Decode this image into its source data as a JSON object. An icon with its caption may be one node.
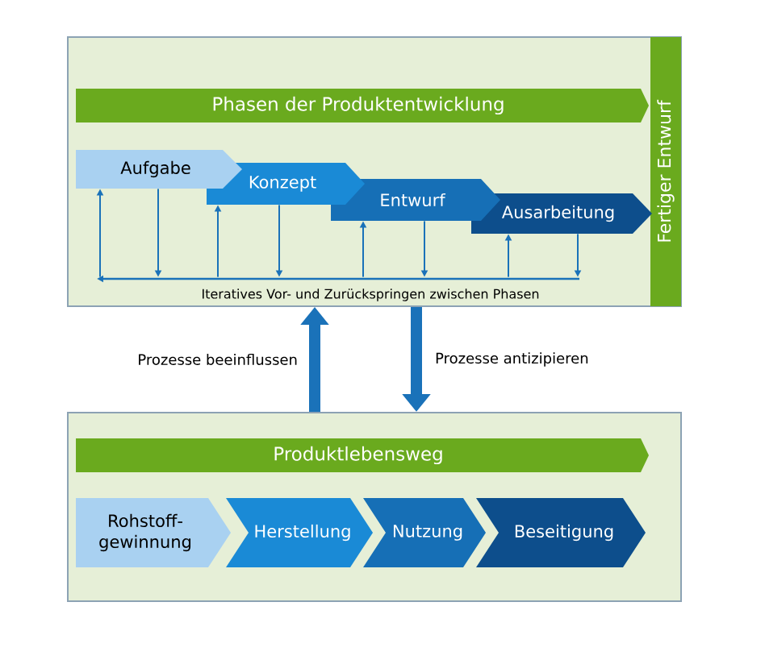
{
  "diagram": {
    "nodes": [
      {
        "text": [],
        "shape": "box"
      },
      {
        "text": [
          "Phasen der Produktentwicklung"
        ],
        "in": 0
      },
      {
        "text": [
          "Aufgabe"
        ],
        "in": 0
      },
      {
        "text": [
          "Konzept"
        ],
        "in": 0
      },
      {
        "text": [
          "Entwurf"
        ],
        "in": 0
      },
      {
        "text": [
          "Ausarbeitung"
        ],
        "in": 0
      },
      {
        "text": [
          "Fertiger Entwurf"
        ],
        "in": 0
      },
      {
        "text": [],
        "shape": "box"
      },
      {
        "text": [
          "Produktlebensweg"
        ],
        "in": 7
      },
      {
        "text": [
          "Rohstoff- gewinnung"
        ],
        "in": 7
      },
      {
        "text": [
          "Herstellung"
        ],
        "in": 7
      },
      {
        "text": [
          "Nutzung"
        ],
        "in": 7
      },
      {
        "text": [
          "Beseitigung"
        ],
        "in": 7
      },
      {
        "text": [],
        "shape": "bar",
        "in": 0
      }
    ],
    "edges": [
      {
        "from": 7,
        "to": 0,
        "arrow": "to",
        "label": "Prozesse beeinflussen",
        "style": "thick"
      },
      {
        "from": 0,
        "to": 7,
        "arrow": "to",
        "label": "Prozesse antizipieren",
        "style": "thick"
      },
      {
        "from": 13,
        "to": 2,
        "arrow": "to"
      },
      {
        "from": 2,
        "to": 13,
        "arrow": "to"
      },
      {
        "from": 13,
        "to": 3,
        "arrow": "to"
      },
      {
        "from": 3,
        "to": 13,
        "arrow": "to"
      },
      {
        "from": 13,
        "to": 4,
        "arrow": "to"
      },
      {
        "from": 4,
        "to": 13,
        "arrow": "to"
      },
      {
        "from": 13,
        "to": 5,
        "arrow": "to"
      },
      {
        "from": 5,
        "to": 13,
        "arrow": "to"
      }
    ],
    "labels": [
      "Iteratives Vor- und Zurückspringen zwischen Phasen"
    ]
  }
}
